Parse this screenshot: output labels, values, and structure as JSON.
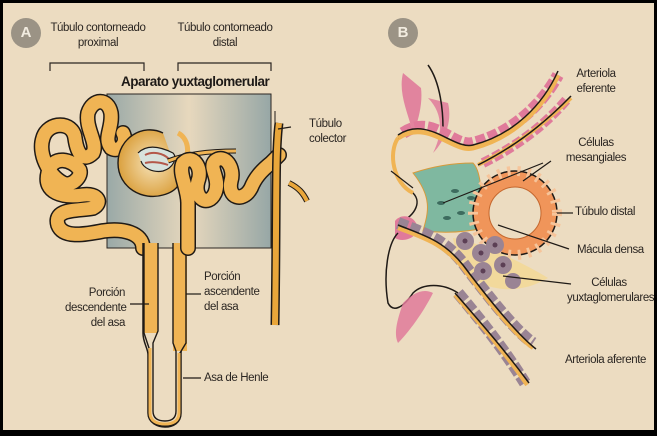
{
  "figure": {
    "panel_a": {
      "badge": "A",
      "labels": {
        "proximal_tubule_l1": "Túbulo contorneado",
        "proximal_tubule_l2": "proximal",
        "distal_tubule_l1": "Túbulo contorneado",
        "distal_tubule_l2": "distal",
        "juxtaglomerular_apparatus": "Aparato yuxtaglomerular",
        "collecting_tubule_l1": "Túbulo",
        "collecting_tubule_l2": "colector",
        "descending_limb_l1": "Porción",
        "descending_limb_l2": "descendente",
        "descending_limb_l3": "del asa",
        "ascending_limb_l1": "Porción",
        "ascending_limb_l2": "ascendente",
        "ascending_limb_l3": "del asa",
        "loop_of_henle": "Asa de Henle"
      }
    },
    "panel_b": {
      "badge": "B",
      "labels": {
        "efferent_arteriole_l1": "Arteriola",
        "efferent_arteriole_l2": "eferente",
        "mesangial_cells_l1": "Células",
        "mesangial_cells_l2": "mesangiales",
        "distal_tubule": "Túbulo distal",
        "macula_densa": "Mácula densa",
        "jg_cells_l1": "Células",
        "jg_cells_l2": "yuxtaglomerulares",
        "afferent_arteriole": "Arteriola aferente"
      }
    },
    "colors": {
      "background": "#ecdcc1",
      "tubule": "#f0b454",
      "outline": "#1f1a16",
      "pink_cells": "#e07a9a",
      "mesangial": "#7fb8a0",
      "distal_cells": "#f0955a",
      "jg_cells": "#9a8494",
      "badge": "#9b9385"
    }
  }
}
